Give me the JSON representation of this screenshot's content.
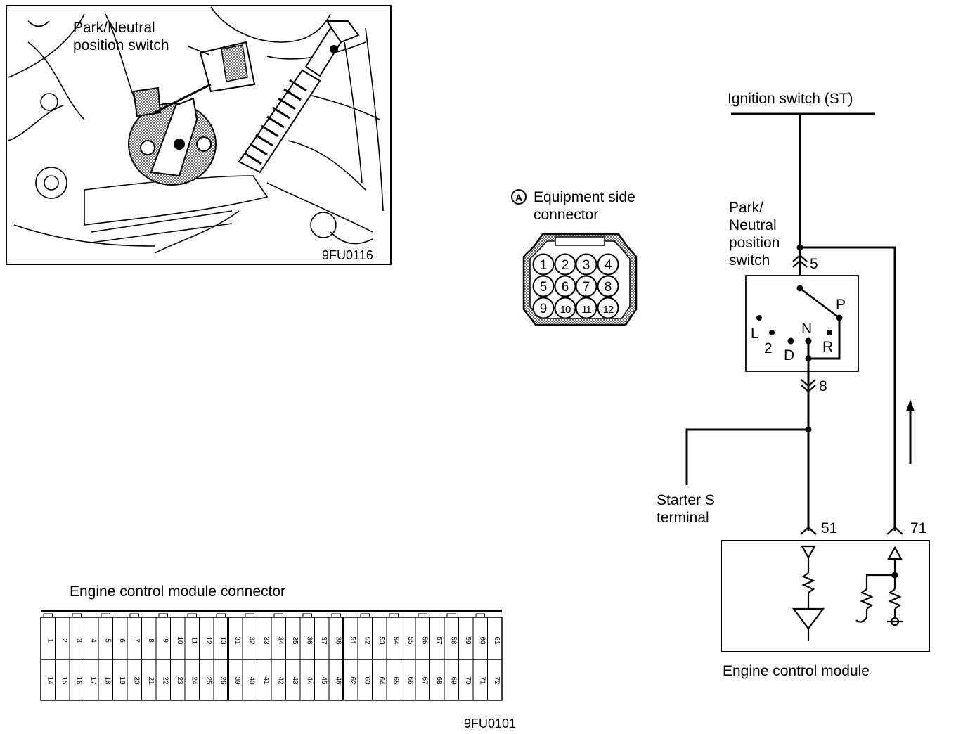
{
  "photo": {
    "callout": [
      "Park/Neutral",
      "position switch"
    ],
    "figure_code": "9FU0116"
  },
  "equipment_connector": {
    "marker": "A",
    "title": [
      "Equipment side",
      "connector"
    ],
    "pins": [
      "1",
      "2",
      "3",
      "4",
      "5",
      "6",
      "7",
      "8",
      "9",
      "10",
      "11",
      "12"
    ]
  },
  "ecm_connector": {
    "title": "Engine control module connector",
    "figure_code": "9FU0101",
    "row_top": [
      "1",
      "2",
      "3",
      "4",
      "5",
      "6",
      "7",
      "8",
      "9",
      "10",
      "11",
      "12",
      "13",
      "31",
      "32",
      "33",
      "34",
      "35",
      "36",
      "37",
      "38",
      "51",
      "52",
      "53",
      "54",
      "55",
      "56",
      "57",
      "58",
      "59",
      "60",
      "61"
    ],
    "row_bottom": [
      "14",
      "15",
      "16",
      "17",
      "18",
      "19",
      "20",
      "21",
      "22",
      "23",
      "24",
      "25",
      "26",
      "39",
      "40",
      "41",
      "42",
      "43",
      "44",
      "45",
      "46",
      "62",
      "63",
      "64",
      "65",
      "66",
      "67",
      "68",
      "69",
      "70",
      "71",
      "72"
    ]
  },
  "circuit": {
    "ignition": "Ignition switch (ST)",
    "switch_label": [
      "Park/",
      "Neutral",
      "position",
      "switch"
    ],
    "terminal_5": "5",
    "terminal_8": "8",
    "positions": [
      "P",
      "L",
      "2",
      "D",
      "N",
      "R"
    ],
    "starter": [
      "Starter S",
      "terminal"
    ],
    "terminal_51": "51",
    "terminal_71": "71",
    "ecm": "Engine control module"
  }
}
